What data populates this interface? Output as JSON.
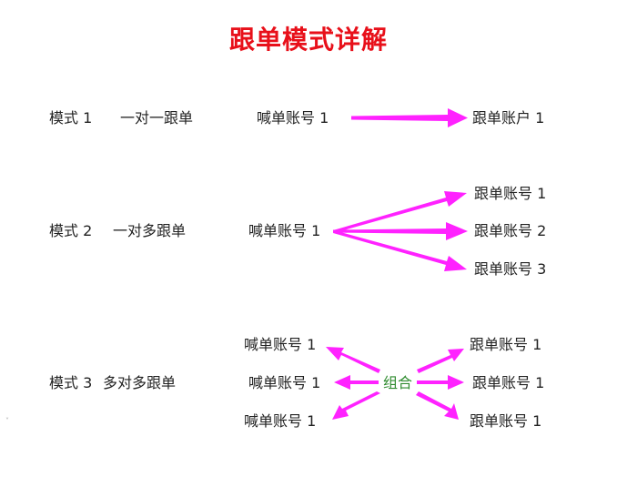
{
  "title": "跟单模式详解",
  "arrow_color": "#ff22ff",
  "text_color": "#222222",
  "title_color": "#e8101a",
  "combo_color": "#2e8b2e",
  "mode1": {
    "name": "模式 1",
    "desc": "一对一跟单",
    "source": "喊单账号 1",
    "target": "跟单账户 1"
  },
  "mode2": {
    "name": "模式 2",
    "desc": "一对多跟单",
    "source": "喊单账号 1",
    "targets": [
      "跟单账号 1",
      "跟单账号 2",
      "跟单账号 3"
    ]
  },
  "mode3": {
    "name": "模式 3",
    "desc": "多对多跟单",
    "center": "组合",
    "sources": [
      "喊单账号 1",
      "喊单账号 1",
      "喊单账号 1"
    ],
    "targets": [
      "跟单账号 1",
      "跟单账号 1",
      "跟单账号 1"
    ]
  }
}
